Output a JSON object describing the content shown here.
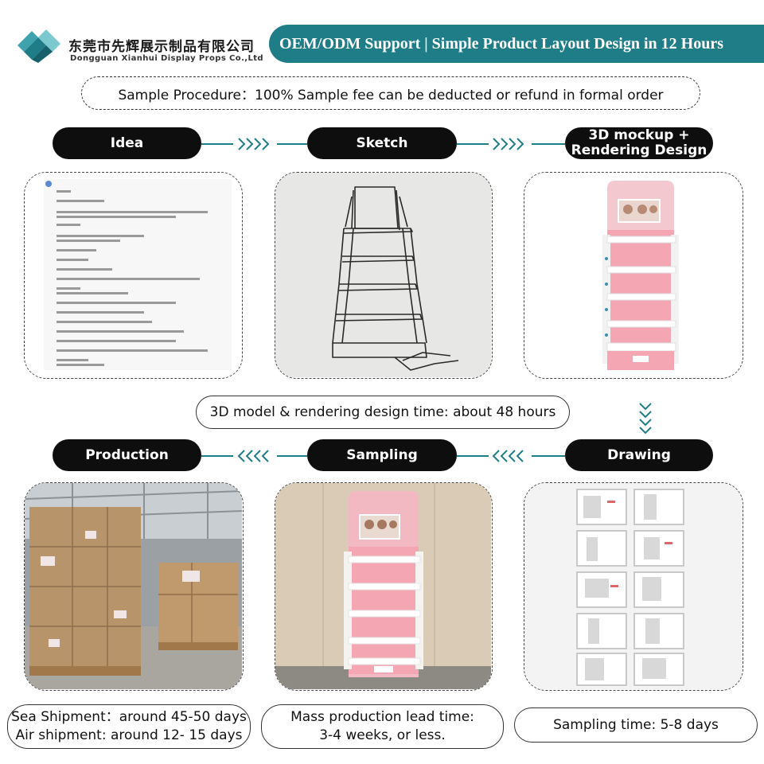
{
  "header": {
    "company_cn": "东莞市先辉展示制品有限公司",
    "company_en": "Dongguan Xianhui Display Props Co.,Ltd",
    "banner": "OEM/ODM Support | Simple Product Layout Design in 12 Hours",
    "accent_color": "#1f7d87"
  },
  "procedure": "Sample Procedure：100% Sample fee can be deducted or refund in formal order",
  "steps_top": [
    {
      "label": "Idea"
    },
    {
      "label": "Sketch"
    },
    {
      "label_line1": "3D mockup +",
      "label_line2": "Rendering Design"
    }
  ],
  "steps_bottom": [
    {
      "label": "Production"
    },
    {
      "label": "Sampling"
    },
    {
      "label": "Drawing"
    }
  ],
  "design_time": "3D model & rendering design time: about 48 hours",
  "notes": {
    "shipment_line1": "Sea Shipment：around 45-50 days",
    "shipment_line2": "Air shipment: around 12- 15 days",
    "mass_line1": "Mass production lead time:",
    "mass_line2": "3-4 weeks, or less.",
    "sampling": "Sampling time: 5-8 days"
  },
  "icons": {
    "arrow": "triple-chevron-icon",
    "logo": "diamond-logo-icon"
  }
}
